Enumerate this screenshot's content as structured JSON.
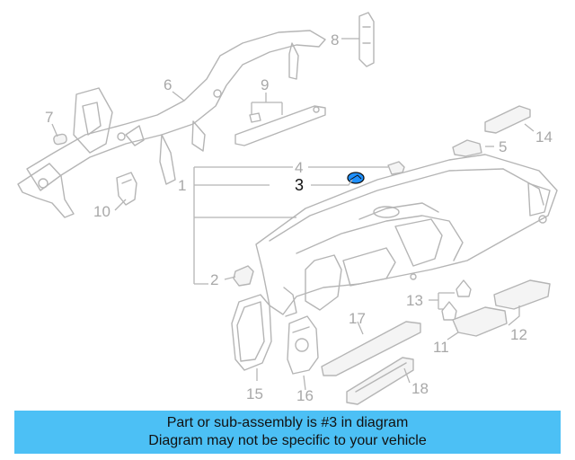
{
  "diagram": {
    "callouts": [
      "1",
      "2",
      "3",
      "4",
      "5",
      "6",
      "7",
      "8",
      "9",
      "10",
      "11",
      "12",
      "13",
      "14",
      "15",
      "16",
      "17",
      "18"
    ],
    "highlight_color": "#1e90ff"
  },
  "banner": {
    "line1": "Part or sub-assembly is #3 in diagram",
    "line2": "Diagram may not be specific to your vehicle",
    "background": "#4cc0f5"
  }
}
